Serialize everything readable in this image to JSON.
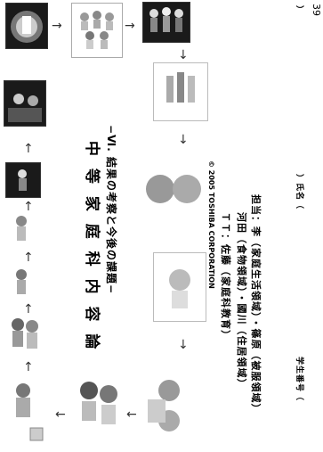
{
  "title": "中 等 家 庭 科 内 容 論",
  "subtitle": "−Ⅵ. 結果の考察と今後の課題−",
  "copyright": "© 2005 TOSHIBA CORPORATION",
  "staff": {
    "line1": "担当：李（家庭生活領域）・篠原（被服領域）",
    "line2": "河田（食物領域）・國川（住居領域）",
    "line3": "ＴＴ：佐藤（家庭科教育）"
  },
  "footer": {
    "student_no": "学生番号（",
    "name_label": "）氏名（",
    "close_paren": "）"
  },
  "page_number": "39",
  "arrow_glyph": "→"
}
